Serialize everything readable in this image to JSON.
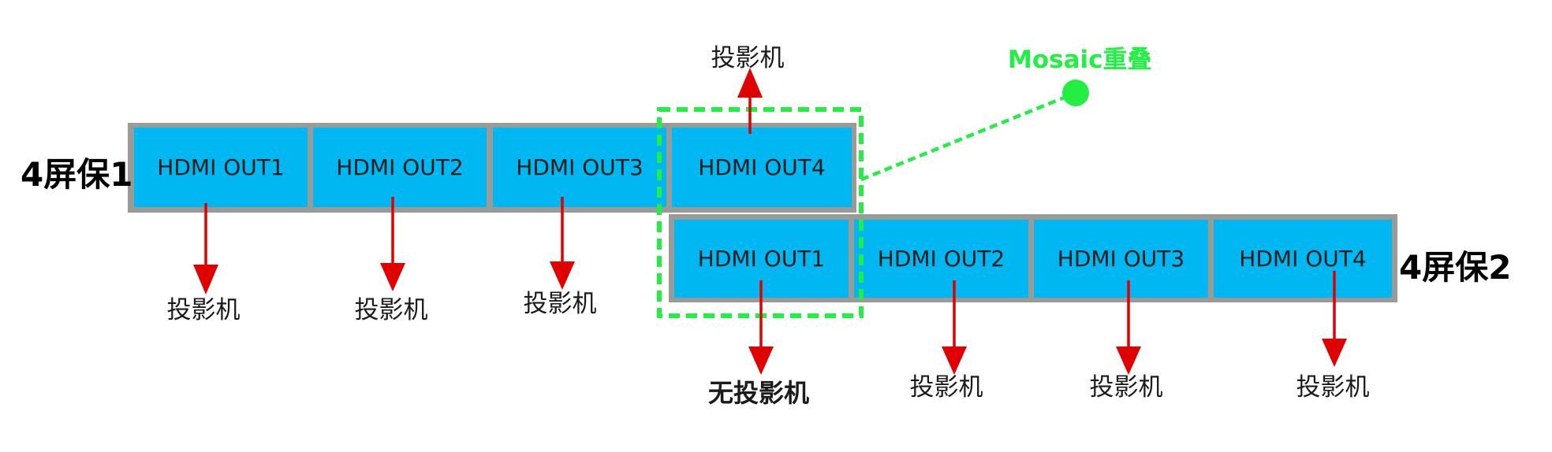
{
  "diagram": {
    "group1": {
      "label": "4屏保1",
      "outputs": [
        "HDMI OUT1",
        "HDMI OUT2",
        "HDMI OUT3",
        "HDMI OUT4"
      ]
    },
    "group2": {
      "label": "4屏保2",
      "outputs": [
        "HDMI OUT1",
        "HDMI OUT2",
        "HDMI OUT3",
        "HDMI OUT4"
      ]
    },
    "projectors": {
      "g1_out1": "投影机",
      "g1_out2": "投影机",
      "g1_out3": "投影机",
      "g1_out4": "投影机",
      "g2_out1": "无投影机",
      "g2_out2": "投影机",
      "g2_out3": "投影机",
      "g2_out4": "投影机"
    },
    "mosaic_overlap_label": "Mosaic重叠",
    "colors": {
      "cell_fill": "#00b7f1",
      "frame": "#9a9a96",
      "arrow": "#e00000",
      "mosaic": "#22ee44"
    }
  }
}
